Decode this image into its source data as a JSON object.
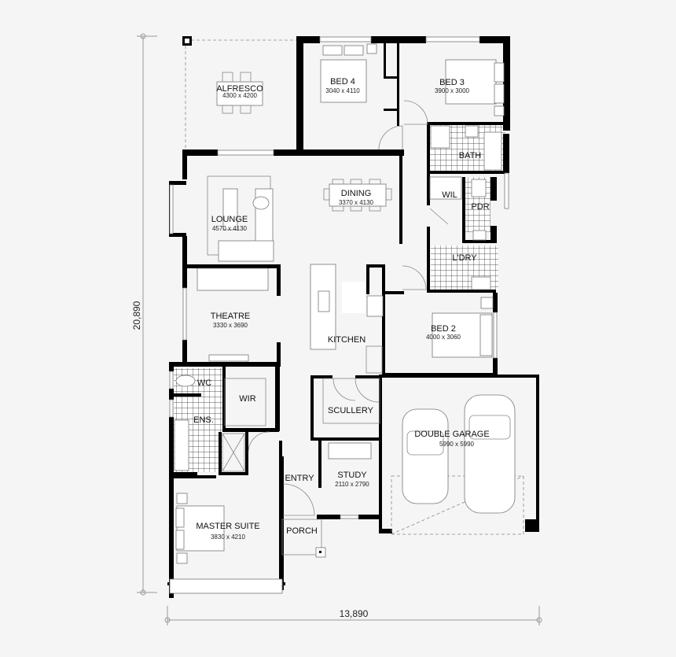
{
  "plan": {
    "overall_width": "13,890",
    "overall_depth": "20,890",
    "rooms": {
      "alfresco": {
        "name": "ALFRESCO",
        "size": "4300 x 4200"
      },
      "bed4": {
        "name": "BED 4",
        "size": "3040 x 4110"
      },
      "bed3": {
        "name": "BED 3",
        "size": "3900 x 3000"
      },
      "bath": {
        "name": "BATH"
      },
      "lounge": {
        "name": "LOUNGE",
        "size": "4570 x 4130"
      },
      "dining": {
        "name": "DINING",
        "size": "3370 x 4130"
      },
      "wil": {
        "name": "WIL"
      },
      "pdr": {
        "name": "PDR"
      },
      "ldry": {
        "name": "L'DRY"
      },
      "theatre": {
        "name": "THEATRE",
        "size": "3330 x 3690"
      },
      "kitchen": {
        "name": "KITCHEN"
      },
      "bed2": {
        "name": "BED 2",
        "size": "4000 x 3060"
      },
      "wc": {
        "name": "WC"
      },
      "wir": {
        "name": "WIR"
      },
      "ens": {
        "name": "ENS."
      },
      "scullery": {
        "name": "SCULLERY"
      },
      "garage": {
        "name": "DOUBLE GARAGE",
        "size": "5990 x 5990"
      },
      "entry": {
        "name": "ENTRY"
      },
      "study": {
        "name": "STUDY",
        "size": "2110 x 2790"
      },
      "master": {
        "name": "MASTER SUITE",
        "size": "3830 x 4210"
      },
      "porch": {
        "name": "PORCH"
      }
    }
  }
}
